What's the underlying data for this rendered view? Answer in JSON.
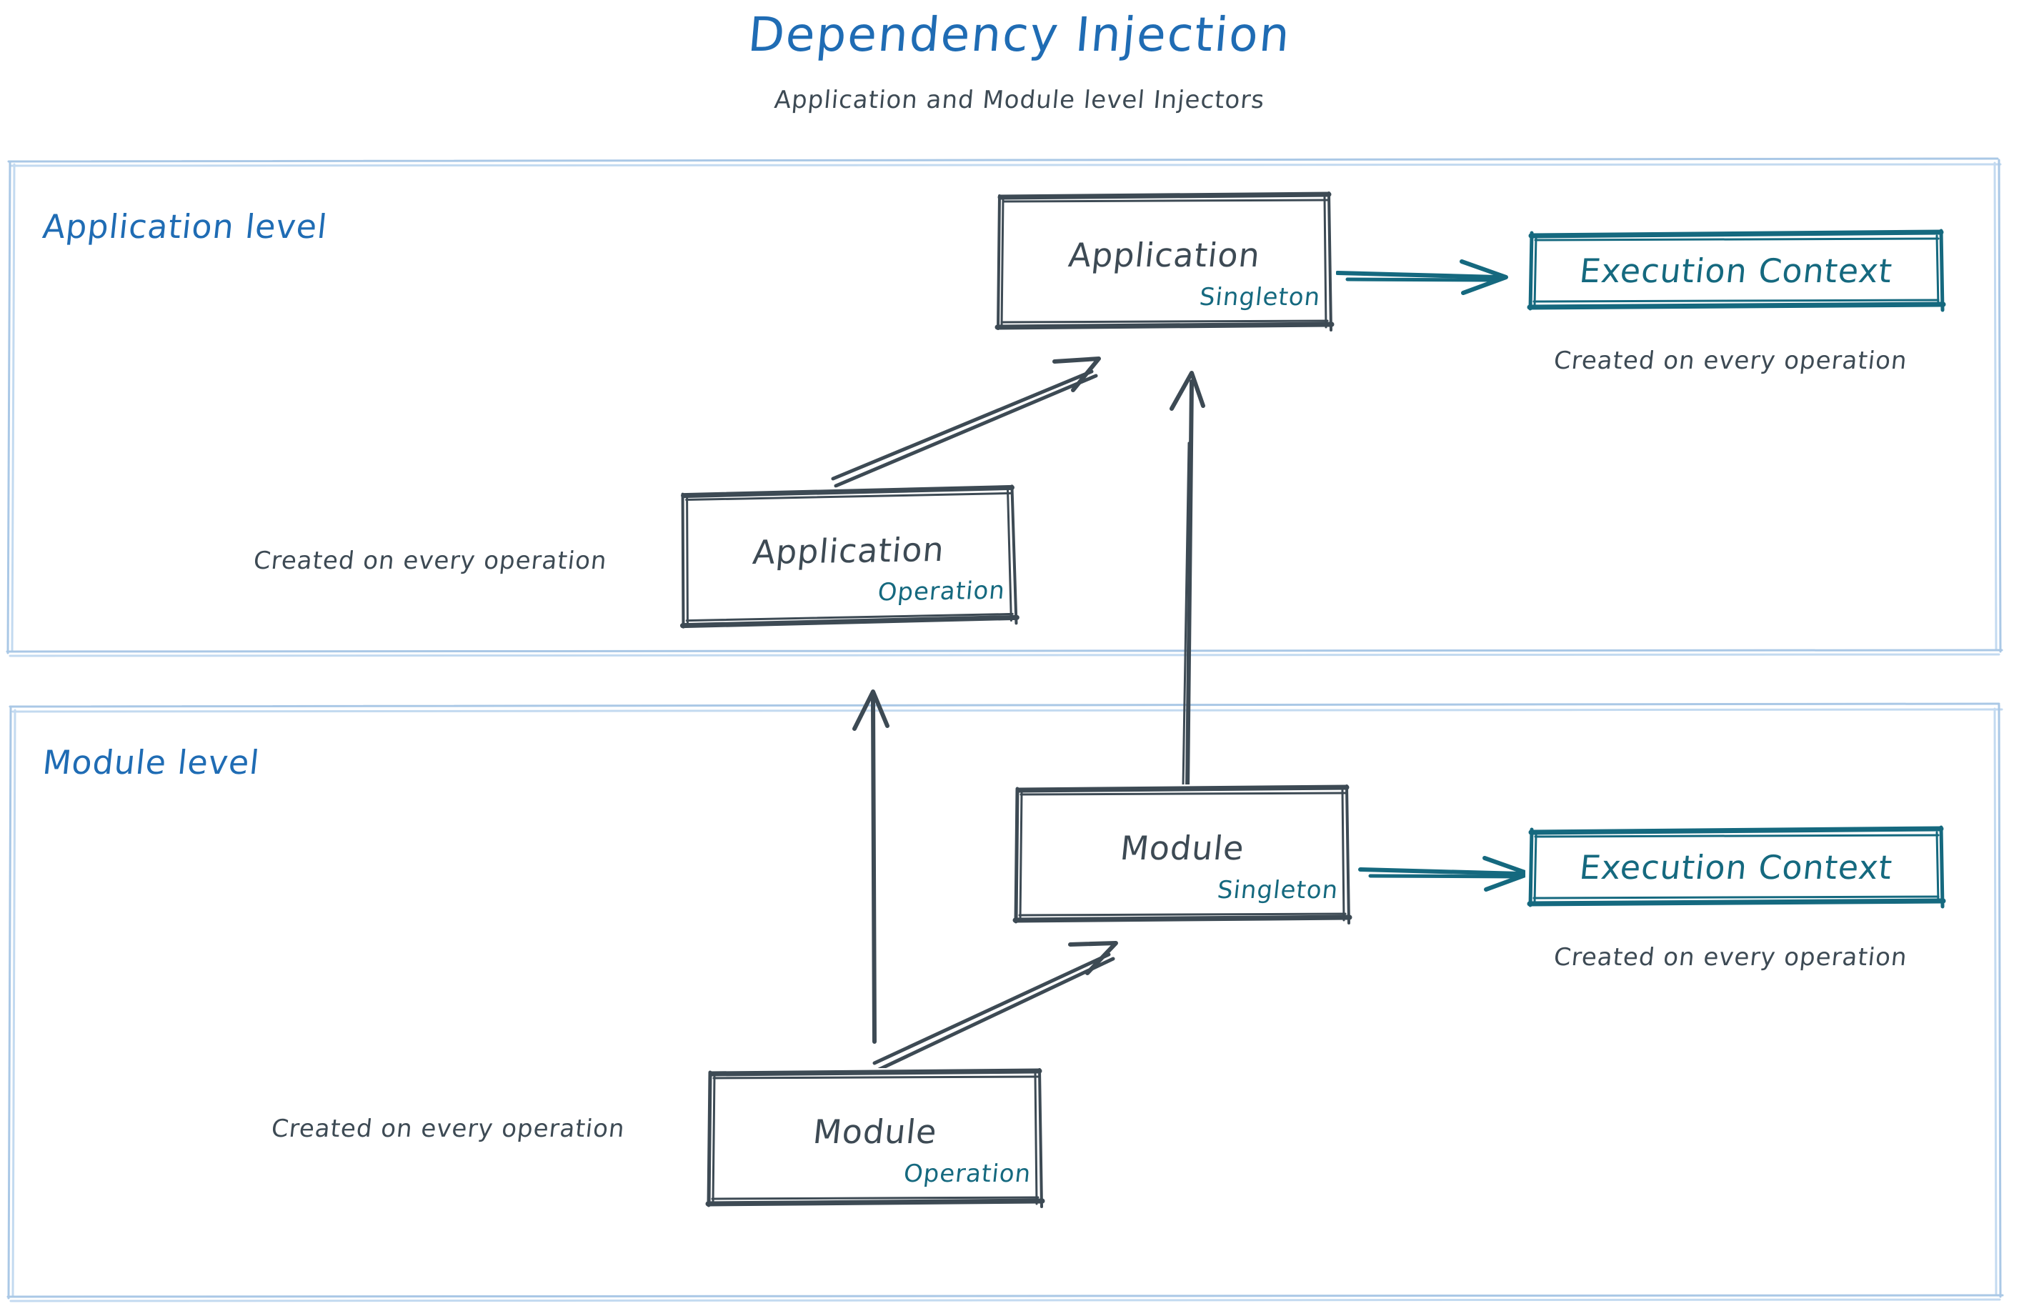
{
  "header": {
    "title": "Dependency Injection",
    "subtitle": "Application and Module level Injectors"
  },
  "colors": {
    "title_blue": "#1f6cb4",
    "level_border_blue": "#aac8e6",
    "node_stroke": "#3d4a54",
    "teal": "#15697f",
    "caption_gray": "#3d4a54",
    "background": "#ffffff"
  },
  "levels": [
    {
      "id": "application-level",
      "label": "Application level"
    },
    {
      "id": "module-level",
      "label": "Module level"
    }
  ],
  "nodes": {
    "application_singleton": {
      "title": "Application",
      "scope": "Singleton"
    },
    "application_operation": {
      "title": "Application",
      "scope": "Operation"
    },
    "module_singleton": {
      "title": "Module",
      "scope": "Singleton"
    },
    "module_operation": {
      "title": "Module",
      "scope": "Operation"
    },
    "execution_context_app": {
      "title": "Execution Context"
    },
    "execution_context_module": {
      "title": "Execution Context"
    }
  },
  "captions": {
    "app_exec_ctx": "Created on every operation",
    "app_operation": "Created on every operation",
    "module_exec_ctx": "Created on every operation",
    "module_operation": "Created on every operation"
  },
  "edges": [
    {
      "id": "app-singleton-to-exec-ctx",
      "from": "application_singleton",
      "to": "execution_context_app",
      "color": "#15697f",
      "direction": "right"
    },
    {
      "id": "app-operation-to-app-singleton",
      "from": "application_operation",
      "to": "application_singleton",
      "color": "#3d4a54",
      "direction": "up-right"
    },
    {
      "id": "module-singleton-to-app-singleton",
      "from": "module_singleton",
      "to": "application_singleton",
      "color": "#3d4a54",
      "direction": "up"
    },
    {
      "id": "module-operation-to-app-operation",
      "from": "module_operation",
      "to": "application_operation",
      "color": "#3d4a54",
      "direction": "up"
    },
    {
      "id": "module-singleton-to-exec-ctx",
      "from": "module_singleton",
      "to": "execution_context_module",
      "color": "#15697f",
      "direction": "right"
    },
    {
      "id": "module-operation-to-module-singleton",
      "from": "module_operation",
      "to": "module_singleton",
      "color": "#3d4a54",
      "direction": "up-right"
    }
  ]
}
